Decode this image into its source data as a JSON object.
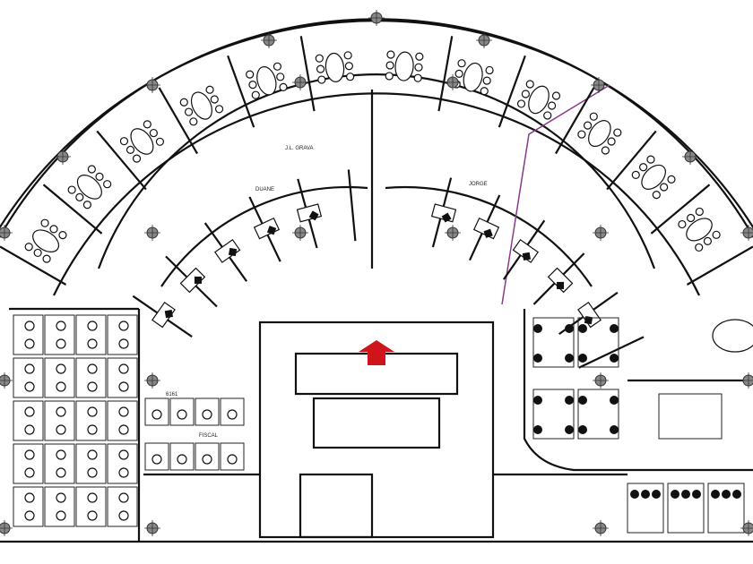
{
  "plan": {
    "labels": {
      "office_left": "J.L. GRAVA",
      "office_right": "JORGE",
      "office_left2": "DUANE",
      "fiscal": "FISCAL",
      "room_number": "6161"
    },
    "entrance_arrow_color": "#d0141b",
    "accent_wall_color": "#8a3a8a"
  }
}
